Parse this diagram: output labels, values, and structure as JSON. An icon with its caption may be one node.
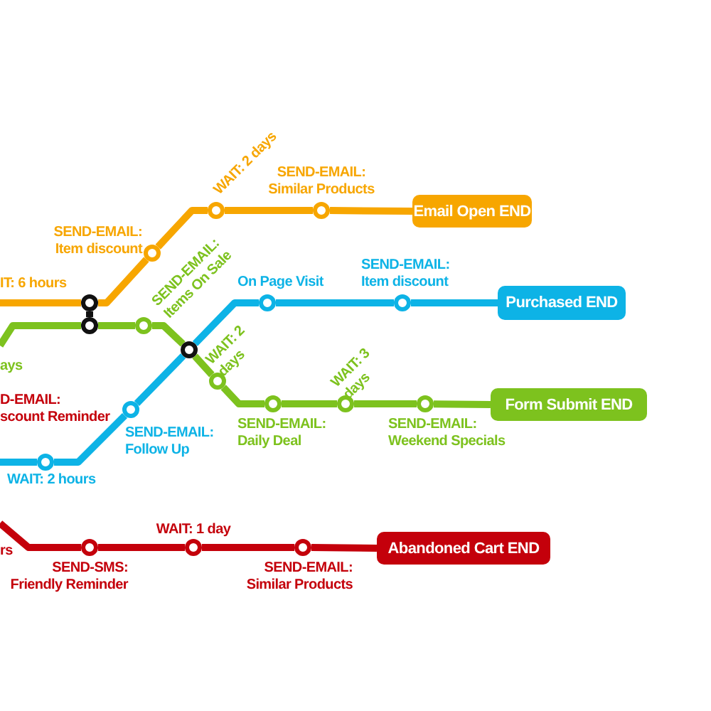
{
  "diagram": {
    "nodes": [
      {
        "text": [],
        "shape": "circle"
      },
      {
        "text": [],
        "shape": "circle",
        "beside": [
          "SEND-EMAIL: Item discount"
        ]
      },
      {
        "text": [],
        "shape": "circle",
        "beside": [
          "WAIT: 2 days"
        ]
      },
      {
        "text": [],
        "shape": "circle",
        "beside": [
          "SEND-EMAIL: Similar Products"
        ]
      },
      {
        "text": [
          "Email Open END"
        ]
      },
      {
        "text": [],
        "shape": "circle"
      },
      {
        "text": [],
        "shape": "circle",
        "beside": [
          "SEND-EMAIL: Items On Sale"
        ]
      },
      {
        "text": [],
        "shape": "circle"
      },
      {
        "text": [],
        "shape": "circle",
        "beside": [
          "WAIT: 2 days"
        ]
      },
      {
        "text": [],
        "shape": "circle",
        "beside": [
          "SEND-EMAIL: Daily Deal"
        ]
      },
      {
        "text": [],
        "shape": "circle",
        "beside": [
          "WAIT: 3 days"
        ]
      },
      {
        "text": [],
        "shape": "circle",
        "beside": [
          "SEND-EMAIL: Weekend Specials"
        ]
      },
      {
        "text": [
          "Form Submit END"
        ]
      },
      {
        "text": [],
        "shape": "circle",
        "beside": [
          "WAIT: 2 hours"
        ]
      },
      {
        "text": [],
        "shape": "circle",
        "beside": [
          "SEND-EMAIL: Follow Up"
        ]
      },
      {
        "text": [],
        "shape": "circle",
        "beside": [
          "On Page Visit"
        ]
      },
      {
        "text": [],
        "shape": "circle",
        "beside": [
          "SEND-EMAIL: Item discount"
        ]
      },
      {
        "text": [
          "Purchased END"
        ]
      },
      {
        "text": [],
        "shape": "circle",
        "beside": [
          "SEND-SMS: Friendly Reminder"
        ]
      },
      {
        "text": [],
        "shape": "circle",
        "beside": [
          "WAIT: 1 day"
        ]
      },
      {
        "text": [],
        "shape": "circle",
        "beside": [
          "SEND-EMAIL: Similar Products"
        ]
      },
      {
        "text": [
          "Abandoned Cart END"
        ]
      }
    ],
    "edges": [
      {
        "from": null,
        "to": 0,
        "arrow": "none",
        "color": "#f7a600"
      },
      {
        "from": 0,
        "to": 1,
        "arrow": "none",
        "color": "#f7a600"
      },
      {
        "from": 1,
        "to": 2,
        "arrow": "none",
        "color": "#f7a600"
      },
      {
        "from": 2,
        "to": 3,
        "arrow": "none",
        "color": "#f7a600"
      },
      {
        "from": 3,
        "to": 4,
        "arrow": "none",
        "color": "#f7a600"
      },
      {
        "from": 0,
        "to": 5,
        "arrow": "none",
        "color": "#111111"
      },
      {
        "from": null,
        "to": 5,
        "arrow": "none",
        "color": "#7dc21e"
      },
      {
        "from": 5,
        "to": 6,
        "arrow": "none",
        "color": "#7dc21e"
      },
      {
        "from": 6,
        "to": 7,
        "arrow": "none",
        "color": "#7dc21e"
      },
      {
        "from": 7,
        "to": 8,
        "arrow": "none",
        "color": "#7dc21e"
      },
      {
        "from": 8,
        "to": 9,
        "arrow": "none",
        "color": "#7dc21e"
      },
      {
        "from": 9,
        "to": 10,
        "arrow": "none",
        "color": "#7dc21e"
      },
      {
        "from": 10,
        "to": 11,
        "arrow": "none",
        "color": "#7dc21e"
      },
      {
        "from": 11,
        "to": 12,
        "arrow": "none",
        "color": "#7dc21e"
      },
      {
        "from": null,
        "to": 13,
        "arrow": "none",
        "color": "#0db3e6"
      },
      {
        "from": 13,
        "to": 14,
        "arrow": "none",
        "color": "#0db3e6"
      },
      {
        "from": 14,
        "to": 7,
        "arrow": "none",
        "color": "#0db3e6"
      },
      {
        "from": 7,
        "to": 15,
        "arrow": "none",
        "color": "#0db3e6"
      },
      {
        "from": 15,
        "to": 16,
        "arrow": "none",
        "color": "#0db3e6"
      },
      {
        "from": 16,
        "to": 17,
        "arrow": "none",
        "color": "#0db3e6"
      },
      {
        "from": null,
        "to": 18,
        "arrow": "none",
        "color": "#c4000b"
      },
      {
        "from": 18,
        "to": 19,
        "arrow": "none",
        "color": "#c4000b"
      },
      {
        "from": 19,
        "to": 20,
        "arrow": "none",
        "color": "#c4000b"
      },
      {
        "from": 20,
        "to": 21,
        "arrow": "none",
        "color": "#c4000b"
      }
    ],
    "labels": [
      "IT: 6 hours",
      "ays",
      "D-EMAIL:",
      "scount Reminder",
      "rs"
    ]
  }
}
